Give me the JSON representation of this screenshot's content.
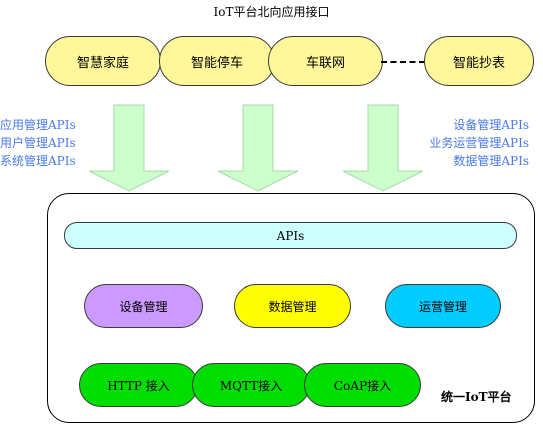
{
  "title": "IoT平台北向应用接口",
  "apps": [
    {
      "label": "智慧家庭"
    },
    {
      "label": "智能停车"
    },
    {
      "label": "车联网"
    },
    {
      "label": "智能抄表"
    }
  ],
  "left_labels": [
    "应用管理APIs",
    "用户管理APIs",
    "系统管理APIs"
  ],
  "right_labels": [
    "设备管理APIs",
    "业务运营管理APIs",
    "数据管理APIs"
  ],
  "platform": {
    "apis_label": "APIs",
    "modules": [
      {
        "label": "设备管理",
        "color": "#cc99ff"
      },
      {
        "label": "数据管理",
        "color": "#ffff00"
      },
      {
        "label": "运营管理",
        "color": "#00ccff"
      }
    ],
    "protocols": [
      {
        "label": "HTTP 接入"
      },
      {
        "label": "MQTT接入"
      },
      {
        "label": "CoAP接入"
      }
    ],
    "label": "统一IoT平台"
  },
  "colors": {
    "app_fill": "#fff79a",
    "arrow_fill": "#ccffcc",
    "api_label_text": "#4a79e8",
    "apis_bar_fill": "#ccffff",
    "protocol_fill": "#00dd00"
  }
}
